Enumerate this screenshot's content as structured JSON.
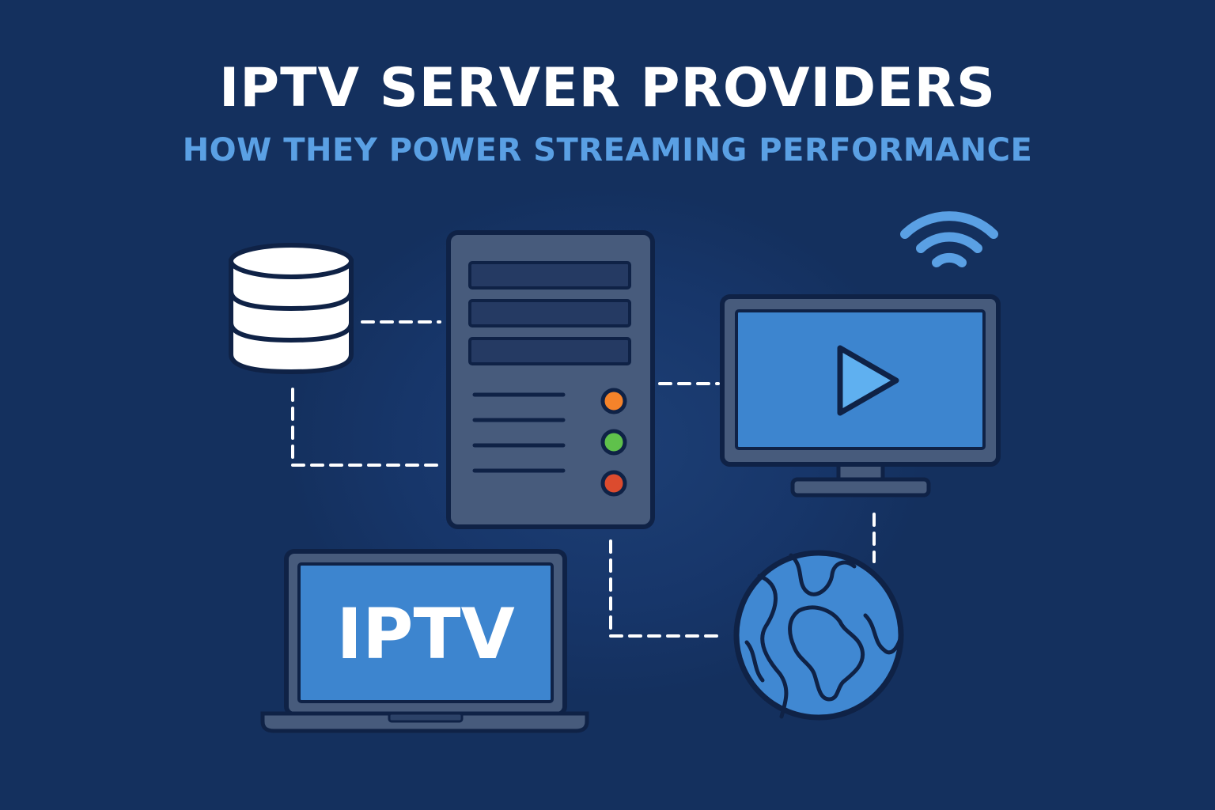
{
  "header": {
    "title": "IPTV SERVER PROVIDERS",
    "subtitle": "HOW THEY POWER STREAMING PERFORMANCE"
  },
  "laptop": {
    "screen_text": "IPTV"
  },
  "colors": {
    "background": "#14305e",
    "title": "#ffffff",
    "subtitle": "#5aa0e4",
    "device_body": "#475b7c",
    "outline": "#0f2246",
    "screen_blue": "#3d85cf",
    "globe_ocean": "#4088d2",
    "led_orange": "#f5832a",
    "led_green": "#5fc14b",
    "led_red": "#dc4b2e",
    "connector": "#ffffff"
  },
  "icons": [
    "database-icon",
    "server-rack-icon",
    "wifi-icon",
    "monitor-icon",
    "play-icon",
    "laptop-icon",
    "globe-icon"
  ]
}
